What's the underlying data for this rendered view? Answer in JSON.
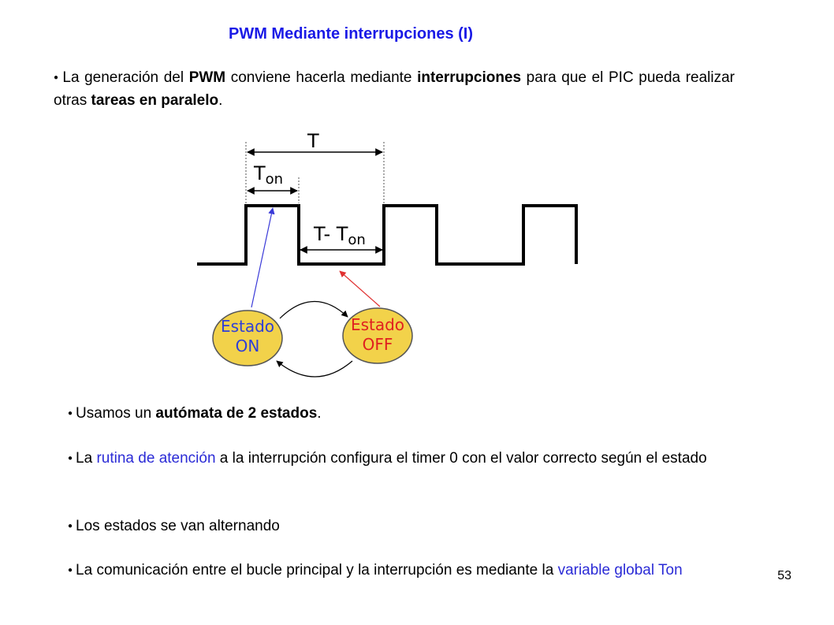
{
  "slide": {
    "title": {
      "text": "PWM Mediante interrupciones (I)",
      "color": "#1a1ae6"
    },
    "intro": {
      "t1": "La generación del ",
      "b1": "PWM",
      "t2": " conviene hacerla mediante ",
      "b2": "interrupciones",
      "t3": " para que el PIC pueda realizar otras ",
      "b3": "tareas en paralelo",
      "t4": "."
    },
    "diagram": {
      "label_T": "T",
      "label_Ton_main": "T",
      "label_Ton_sub": "on",
      "label_Toff_main": "T- T",
      "label_Toff_sub": "on",
      "state_on": {
        "line1": "Estado",
        "line2": "ON",
        "text_color": "#2f3fd8"
      },
      "state_off": {
        "line1": "Estado",
        "line2": "OFF",
        "text_color": "#e02020"
      },
      "circle_fill": "#f2d24a",
      "arrow_on_color": "#3a3ad8",
      "arrow_off_color": "#e03030"
    },
    "bullets": {
      "b1": {
        "t1": "Usamos un ",
        "b1": "autómata de 2 estados",
        "t2": "."
      },
      "b2": {
        "t1": "La ",
        "blue1": "rutina de atención",
        "t2": " a la interrupción configura el timer 0 con el valor correcto según el estado"
      },
      "b3": {
        "t1": "Los estados se van alternando"
      },
      "b4": {
        "t1": "La comunicación entre el bucle principal y la interrupción es mediante la ",
        "blue1": "variable global Ton"
      }
    },
    "page_number": "53"
  }
}
